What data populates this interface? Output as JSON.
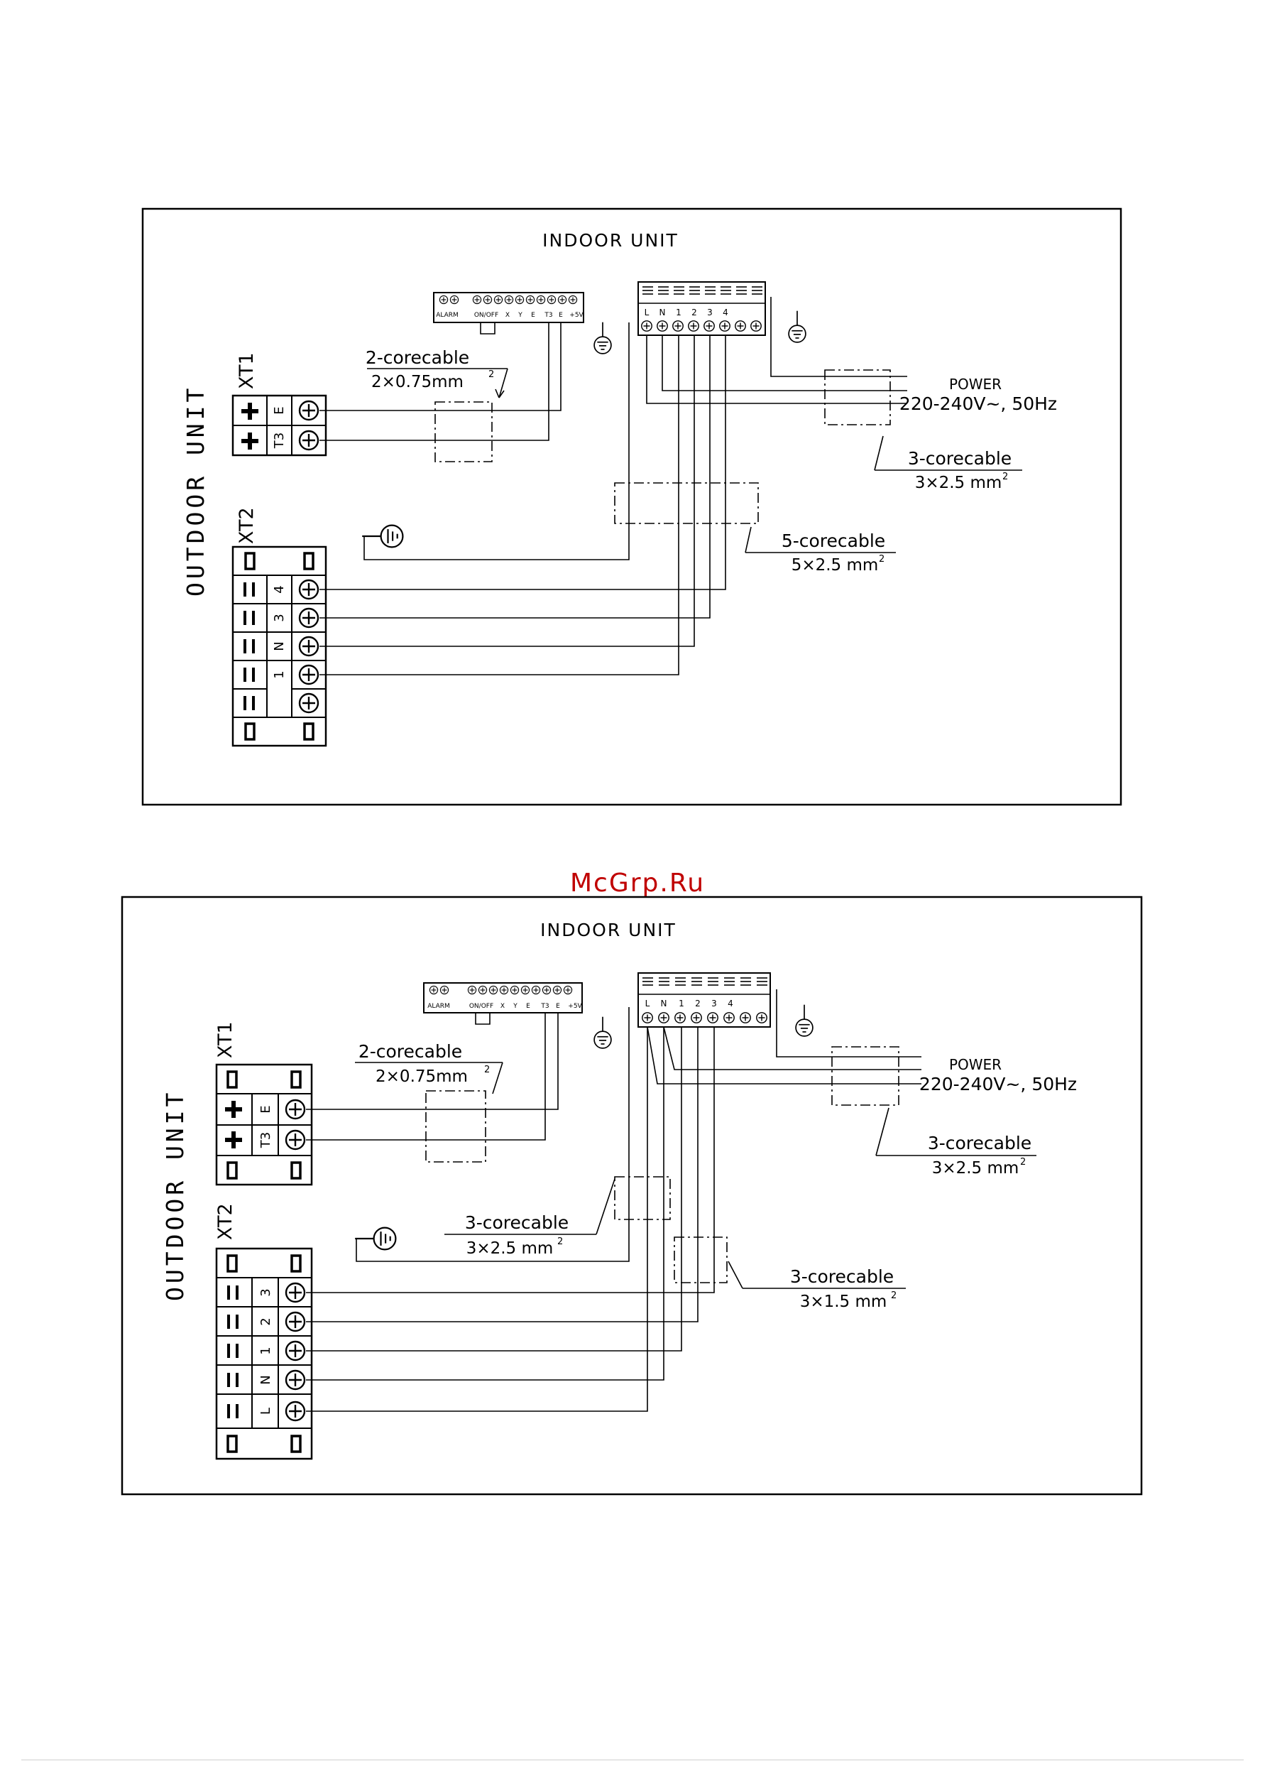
{
  "watermark": "McGrp.Ru",
  "colors": {
    "line": "#000000",
    "watermark": "#c00000",
    "background": "#ffffff"
  },
  "diagram1": {
    "indoor_title": "INDOOR UNIT",
    "outdoor_title": "OUTDOOR UNIT",
    "xt1_label": "XT1",
    "xt2_label": "XT2",
    "signal_block": {
      "alarm": "ALARM",
      "onoff": "ON/OFF",
      "x": "X",
      "y": "Y",
      "e": "E",
      "t3": "T3",
      "e2": "E",
      "v5": "+5V"
    },
    "power_block_labels": [
      "L",
      "N",
      "1",
      "2",
      "3",
      "4"
    ],
    "xt1_terms": [
      "E",
      "T3"
    ],
    "xt2_terms": [
      "4",
      "3",
      "N",
      "1"
    ],
    "cable_signal": "2-corecable",
    "cable_signal_spec": "2×0.75mm",
    "cable_power": "3-corecable",
    "cable_power_spec": "3×2.5 mm",
    "cable_main": "5-corecable",
    "cable_main_spec": "5×2.5 mm",
    "power_label": "POWER",
    "power_spec": "220-240V~, 50Hz",
    "sup2": "2"
  },
  "diagram2": {
    "indoor_title": "INDOOR UNIT",
    "outdoor_title": "OUTDOOR UNIT",
    "xt1_label": "XT1",
    "xt2_label": "XT2",
    "signal_block": {
      "alarm": "ALARM",
      "onoff": "ON/OFF",
      "x": "X",
      "y": "Y",
      "e": "E",
      "t3": "T3",
      "e2": "E",
      "v5": "+5V"
    },
    "power_block_labels": [
      "L",
      "N",
      "1",
      "2",
      "3",
      "4"
    ],
    "xt1_terms": [
      "E",
      "T3"
    ],
    "xt2_terms": [
      "3",
      "2",
      "1",
      "N",
      "L"
    ],
    "cable_signal": "2-corecable",
    "cable_signal_spec": "2×0.75mm",
    "cable_power": "3-corecable",
    "cable_power_spec": "3×2.5 mm",
    "cable_a": "3-corecable",
    "cable_a_spec": "3×2.5 mm",
    "cable_b": "3-corecable",
    "cable_b_spec": "3×1.5 mm",
    "power_label": "POWER",
    "power_spec": "220-240V~, 50Hz",
    "sup2": "2"
  },
  "icons": [
    "earth-ground-icon",
    "screw-terminal-icon",
    "plus-terminal-icon",
    "double-bar-terminal-icon",
    "bracket-terminal-icon",
    "pin-terminal-icon"
  ]
}
